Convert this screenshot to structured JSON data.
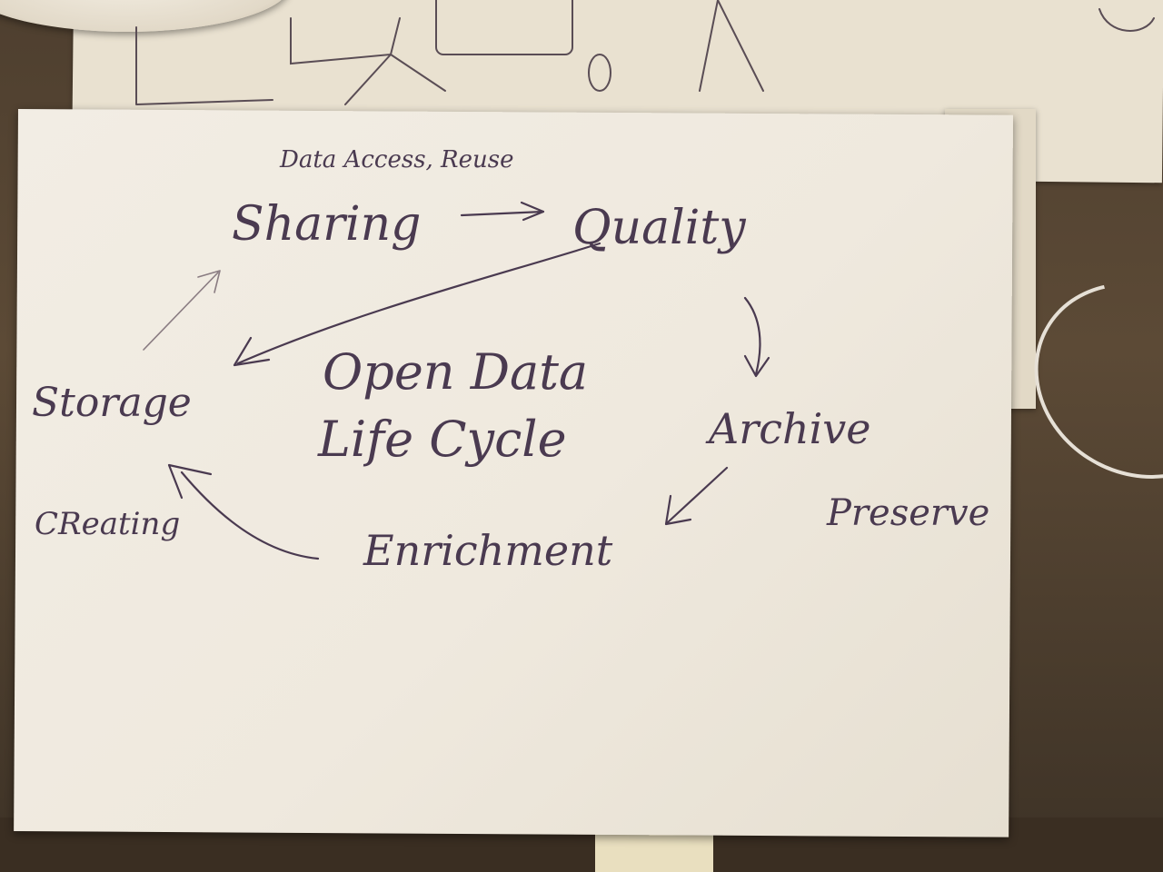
{
  "diagram": {
    "title_line1": "Open Data",
    "title_line2": "Life Cycle",
    "nodes": {
      "sharing": "Sharing",
      "sharing_note": "Data Access, Reuse",
      "quality": "Quality",
      "archive": "Archive",
      "archive_note": "Preserve",
      "enrichment": "Enrichment",
      "storage": "Storage",
      "storage_note": "CReating"
    },
    "edges": [
      {
        "from": "sharing",
        "to": "quality"
      },
      {
        "from": "quality",
        "to": "storage"
      },
      {
        "from": "quality",
        "to": "archive"
      },
      {
        "from": "archive",
        "to": "enrichment"
      },
      {
        "from": "enrichment",
        "to": "storage"
      },
      {
        "from": "storage",
        "to": "sharing"
      }
    ]
  },
  "colors": {
    "ink": "#4a3a50",
    "paper": "#efe9de",
    "table": "#4e3f2f"
  }
}
